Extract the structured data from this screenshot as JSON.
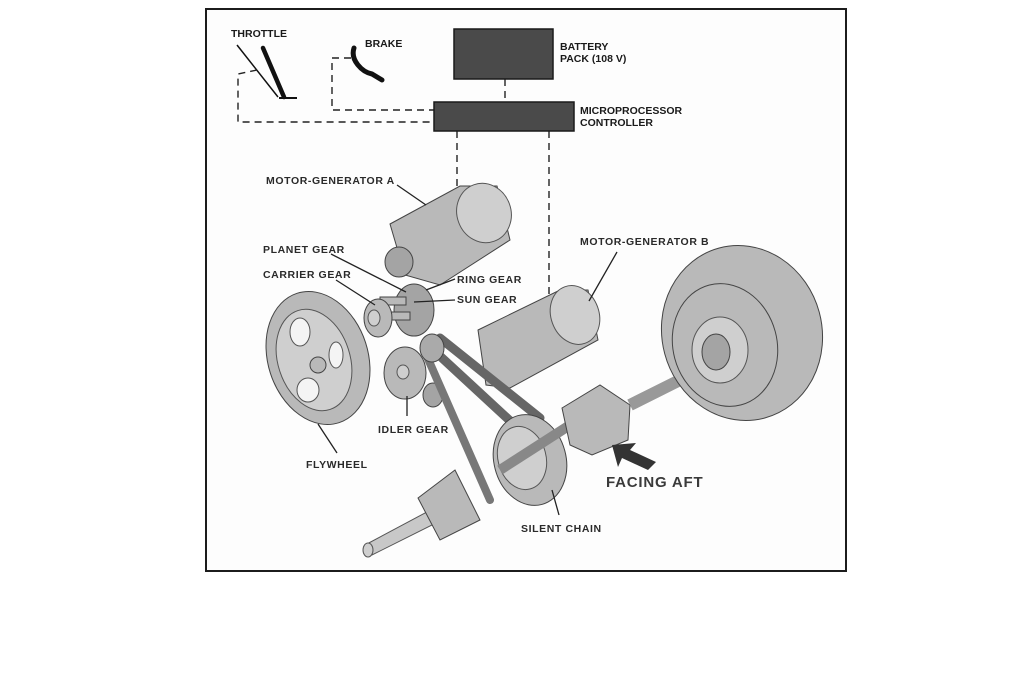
{
  "diagram": {
    "controls": {
      "throttle": "THROTTLE",
      "brake": "BRAKE"
    },
    "electrical": {
      "battery_line1": "BATTERY",
      "battery_line2": "PACK (108 V)",
      "controller_line1": "MICROPROCESSOR",
      "controller_line2": "CONTROLLER"
    },
    "components": {
      "motor_generator_a": "MOTOR-GENERATOR A",
      "motor_generator_b": "MOTOR-GENERATOR B",
      "planet_gear": "PLANET GEAR",
      "carrier_gear": "CARRIER GEAR",
      "ring_gear": "RING GEAR",
      "sun_gear": "SUN GEAR",
      "flywheel": "FLYWHEEL",
      "idler_gear": "IDLER GEAR",
      "silent_chain": "SILENT CHAIN"
    },
    "orientation": {
      "label": "FACING AFT",
      "icon": "arrow-icon"
    },
    "colors": {
      "box_fill": "#4a4a4a",
      "part_fill": "#b9b9b9",
      "line": "#222222"
    }
  }
}
